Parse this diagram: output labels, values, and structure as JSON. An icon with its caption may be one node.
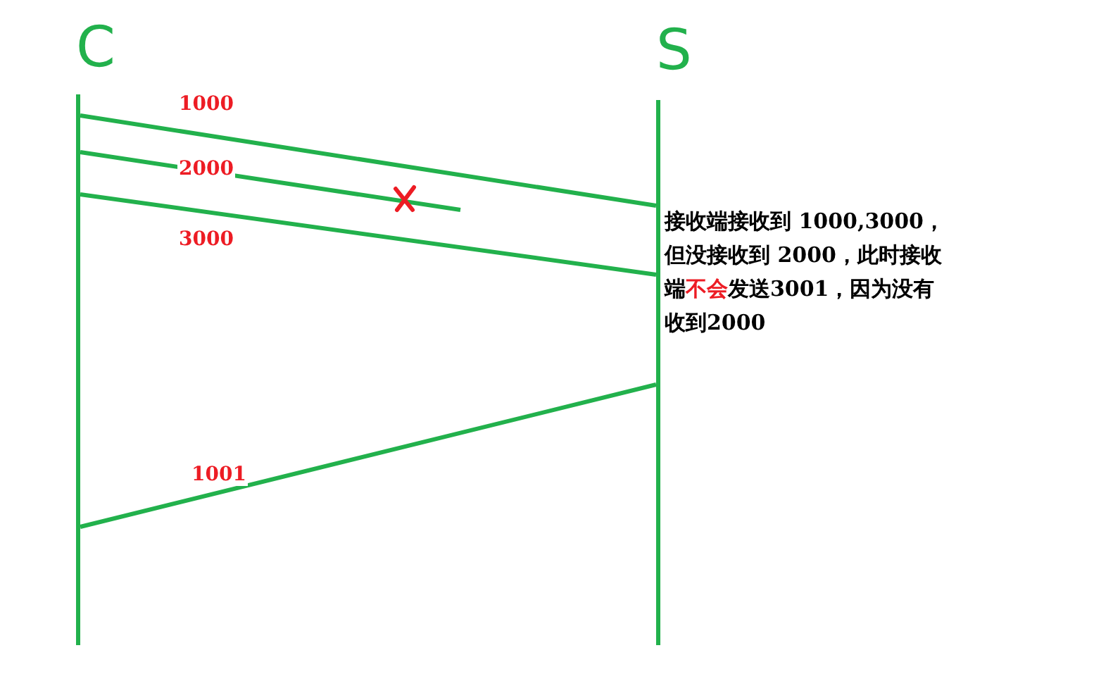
{
  "diagram": {
    "nodes": [
      {
        "text": [
          "C"
        ]
      },
      {
        "text": [
          "S"
        ]
      }
    ],
    "edges": [
      {
        "from": 0,
        "to": 1,
        "arrow": "none",
        "label": "1000"
      },
      {
        "from": 0,
        "to": null,
        "arrow": "none",
        "label": "2000"
      },
      {
        "from": 0,
        "to": 1,
        "arrow": "none",
        "label": "3000"
      },
      {
        "from": 1,
        "to": 0,
        "arrow": "none",
        "label": "1001"
      }
    ],
    "labels": [
      "接收端接收到 1000,3000，但没接收到 2000，此时接收端",
      "不会",
      "发送3001，因为没有收到2000"
    ]
  }
}
